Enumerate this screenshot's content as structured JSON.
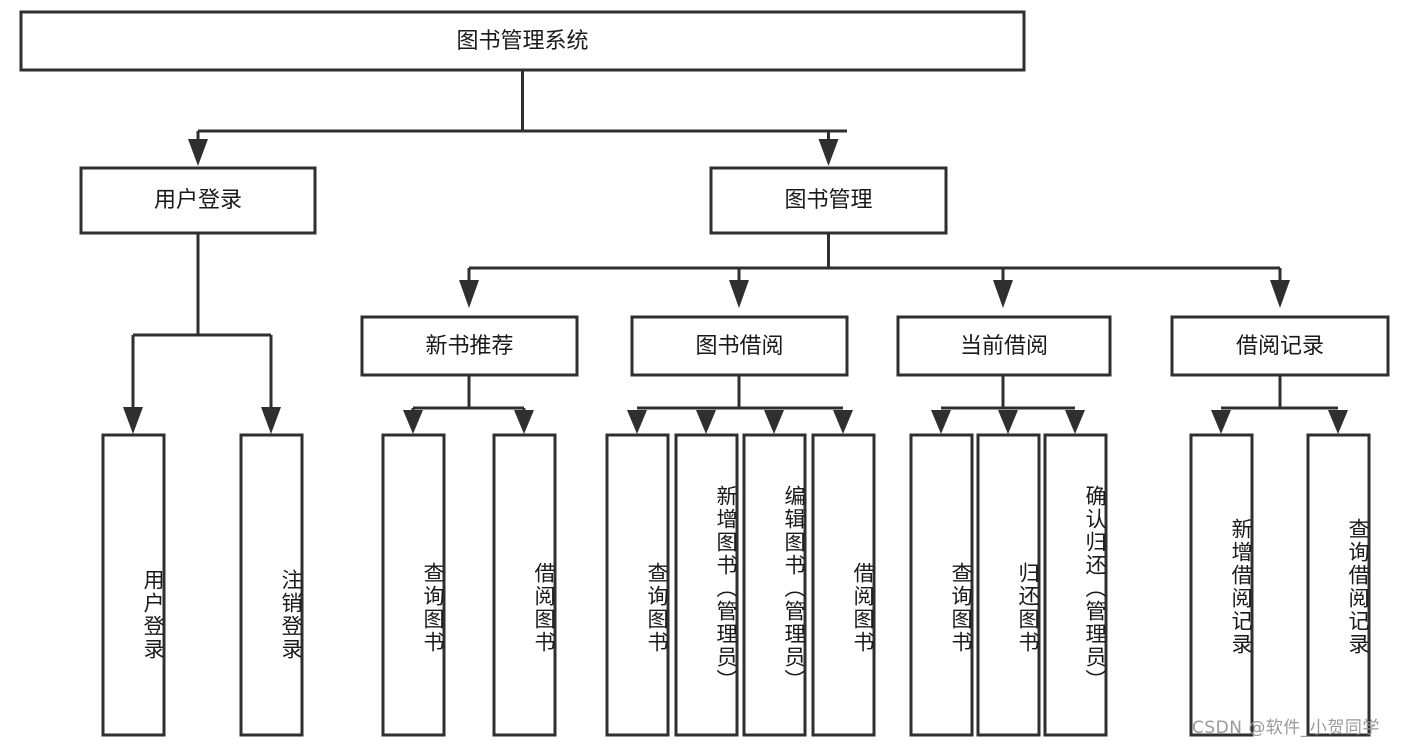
{
  "diagram": {
    "type": "tree-hierarchy",
    "title": "图书管理系统",
    "watermark": "CSDN @软件_小贺同学",
    "colors": {
      "background": "#ffffff",
      "box_fill": "#ffffff",
      "box_stroke": "#2f2f2f",
      "connector": "#2f2f2f",
      "text": "#1a1a1a",
      "watermark": "#9a9a9a"
    },
    "root": {
      "label": "图书管理系统"
    },
    "level2": [
      {
        "id": "user-login",
        "label": "用户登录"
      },
      {
        "id": "book-manage",
        "label": "图书管理"
      }
    ],
    "level3": [
      {
        "id": "new-book-recommend",
        "label": "新书推荐",
        "parent": "book-manage"
      },
      {
        "id": "book-borrow",
        "label": "图书借阅",
        "parent": "book-manage"
      },
      {
        "id": "current-borrow",
        "label": "当前借阅",
        "parent": "book-manage"
      },
      {
        "id": "borrow-record",
        "label": "借阅记录",
        "parent": "book-manage"
      }
    ],
    "leaves": [
      {
        "id": "leaf-user-login",
        "label": "用户登录",
        "parent": "user-login"
      },
      {
        "id": "leaf-user-logout",
        "label": "注销登录",
        "parent": "user-login"
      },
      {
        "id": "leaf-query-book-1",
        "label": "查询图书",
        "parent": "new-book-recommend"
      },
      {
        "id": "leaf-borrow-book-1",
        "label": "借阅图书",
        "parent": "new-book-recommend"
      },
      {
        "id": "leaf-query-book-2",
        "label": "查询图书",
        "parent": "book-borrow"
      },
      {
        "id": "leaf-add-book",
        "label": "新增图书（管理员）",
        "parent": "book-borrow"
      },
      {
        "id": "leaf-edit-book",
        "label": "编辑图书（管理员）",
        "parent": "book-borrow"
      },
      {
        "id": "leaf-borrow-book-2",
        "label": "借阅图书",
        "parent": "book-borrow"
      },
      {
        "id": "leaf-query-book-3",
        "label": "查询图书",
        "parent": "current-borrow"
      },
      {
        "id": "leaf-return-book",
        "label": "归还图书",
        "parent": "current-borrow"
      },
      {
        "id": "leaf-confirm-return",
        "label": "确认归还（管理员）",
        "parent": "current-borrow"
      },
      {
        "id": "leaf-add-record",
        "label": "新增借阅记录",
        "parent": "borrow-record"
      },
      {
        "id": "leaf-query-record",
        "label": "查询借阅记录",
        "parent": "borrow-record"
      }
    ]
  }
}
